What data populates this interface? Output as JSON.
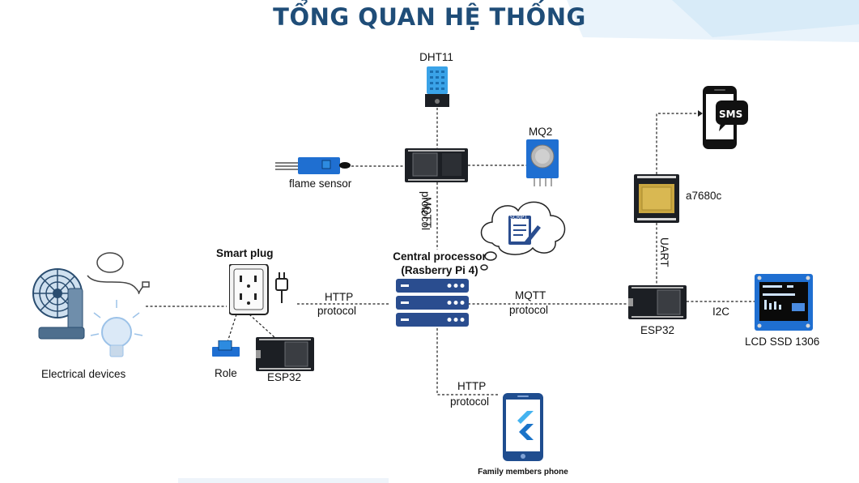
{
  "title": "TỔNG QUAN HỆ THỐNG",
  "sensors": {
    "dht11": "DHT11",
    "mq2": "MQ2",
    "flame": "flame sensor"
  },
  "links": {
    "mqtt_vertical": "MQTT",
    "protocol_vertical": "protocol",
    "http_left": "HTTP",
    "protocol_left": "protocol",
    "mqtt_right": "MQTT",
    "protocol_right": "protocol",
    "http_bottom": "HTTP",
    "protocol_bottom": "protocol",
    "uart": "UART",
    "i2c": "I2C"
  },
  "central": {
    "line1": "Central processor",
    "line2": "(Rasberry Pi 4)",
    "script": "SCRIPT"
  },
  "left_side": {
    "devices": "Electrical devices",
    "smart_plug": "Smart plug",
    "relay": "Role",
    "esp32": "ESP32"
  },
  "right_side": {
    "sms": "SMS",
    "a7680c": "a7680c",
    "esp32": "ESP32",
    "lcd": "LCD SSD 1306"
  },
  "phone": "Family members phone",
  "colors": {
    "title": "#1f4d78",
    "server": "#2a4d8f",
    "board": "#1c1f24",
    "sensor_blue": "#1f6fd1"
  }
}
